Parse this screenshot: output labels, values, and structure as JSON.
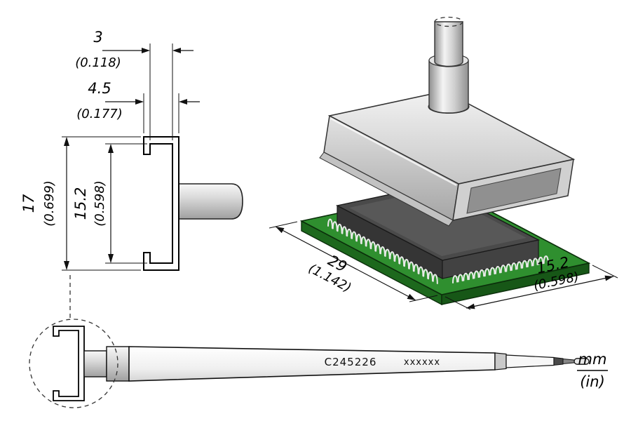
{
  "dimensions": {
    "slot_depth": {
      "mm": "3",
      "in": "(0.118)"
    },
    "tip_depth": {
      "mm": "4.5",
      "in": "(0.177)"
    },
    "outer_height": {
      "mm": "17",
      "in": "(0.699)"
    },
    "inner_height": {
      "mm": "15.2",
      "in": "(0.598)"
    },
    "pcb_length": {
      "mm": "29",
      "in": "(1.142)"
    },
    "pcb_width": {
      "mm": "15.2",
      "in": "(0.598)"
    }
  },
  "cartridge": {
    "model": "C245226",
    "serial_placeholder": "xxxxxx"
  },
  "units_legend": {
    "mm": "mm",
    "in": "(in)"
  },
  "colors": {
    "pcb": "#2f8f2f",
    "pcb_side_left": "#1d681d",
    "pcb_side_right": "#175717",
    "chip": "#4a4a4a",
    "chip_plateau": "#585858",
    "chip_side_left": "#353535",
    "chip_side_right": "#424242",
    "outline": "#000000"
  }
}
